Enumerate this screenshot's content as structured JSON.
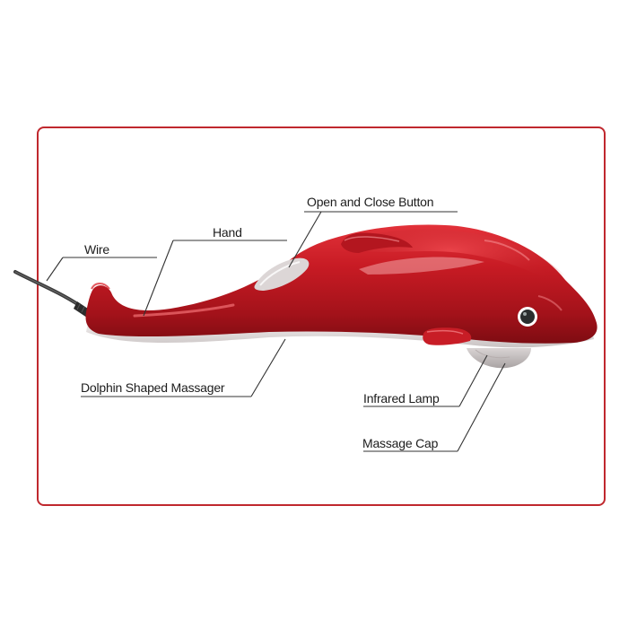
{
  "diagram": {
    "subject": "Dolphin massager",
    "frame_color": "#c0282e",
    "body_color": "#c41b24",
    "labels": [
      {
        "id": "open-close-button",
        "text": "Open and Close Button"
      },
      {
        "id": "hand",
        "text": "Hand"
      },
      {
        "id": "wire",
        "text": "Wire"
      },
      {
        "id": "dolphin-shaped-massager",
        "text": "Dolphin Shaped Massager"
      },
      {
        "id": "infrared-lamp",
        "text": "Infrared Lamp"
      },
      {
        "id": "massage-cap",
        "text": "Massage Cap"
      }
    ]
  }
}
